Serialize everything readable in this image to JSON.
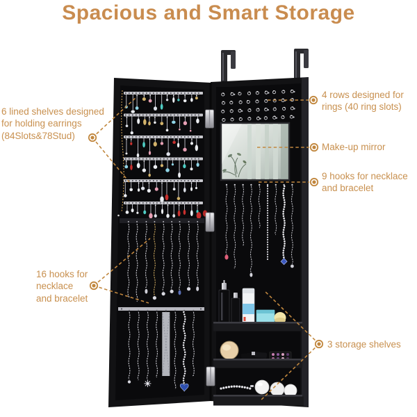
{
  "title": "Spacious and Smart Storage",
  "colors": {
    "accent": "#c98c4f",
    "callout_text": "#c8904f",
    "callout_line": "#c1873e",
    "cabinet": "#121214"
  },
  "callouts": {
    "earring_shelves": {
      "lines": [
        "6 lined shelves designed",
        "for holding earrings",
        "(84Slots&78Stud)"
      ]
    },
    "ring_rows": {
      "lines": [
        "4 rows designed for",
        "rings (40 ring slots)"
      ]
    },
    "makeup_mirror": {
      "lines": [
        "Make-up mirror"
      ]
    },
    "necklace_hooks_9": {
      "lines": [
        "9 hooks for necklace",
        "and bracelet"
      ]
    },
    "necklace_hooks_16": {
      "lines": [
        "16 hooks for",
        "necklace",
        "and bracelet"
      ]
    },
    "storage_shelves": {
      "lines": [
        "3 storage shelves"
      ]
    }
  }
}
